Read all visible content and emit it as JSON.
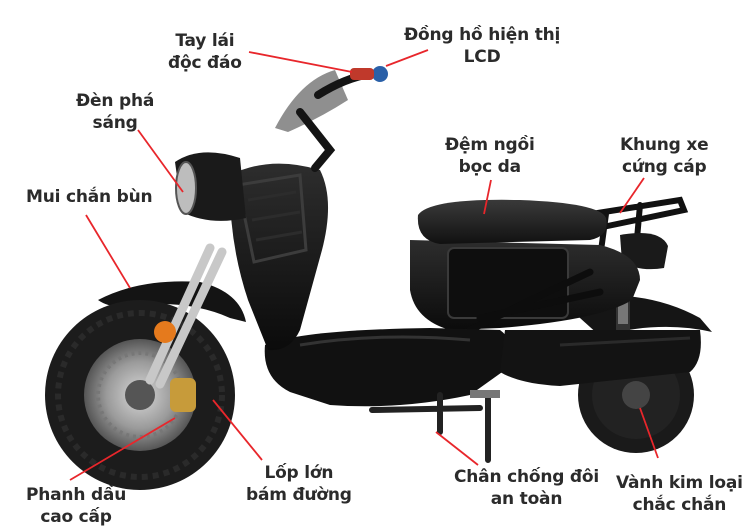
{
  "annotations": {
    "tay_lai": "Tay lái\nđộc đáo",
    "dong_ho": "Đồng hồ hiện thị\nLCD",
    "den_pha": "Đèn phá\nsáng",
    "dem_ngoi": "Đệm ngồi\nbọc da",
    "khung_xe": "Khung xe\ncứng cáp",
    "mui_chan_bun": "Mui chắn bùn",
    "lop_lon": "Lốp lớn\nbám đường",
    "phanh_dau": "Phanh dầu\ncao cấp",
    "chan_chong": "Chân chống đôi\nan toàn",
    "vanh_kim_loai": "Vành kim loại\nchắc chắn"
  },
  "colors": {
    "leader_line": "#e8262b",
    "text": "#2b2b2b",
    "body": "#141414",
    "tire": "#1c1c1c",
    "background": "#ffffff"
  }
}
